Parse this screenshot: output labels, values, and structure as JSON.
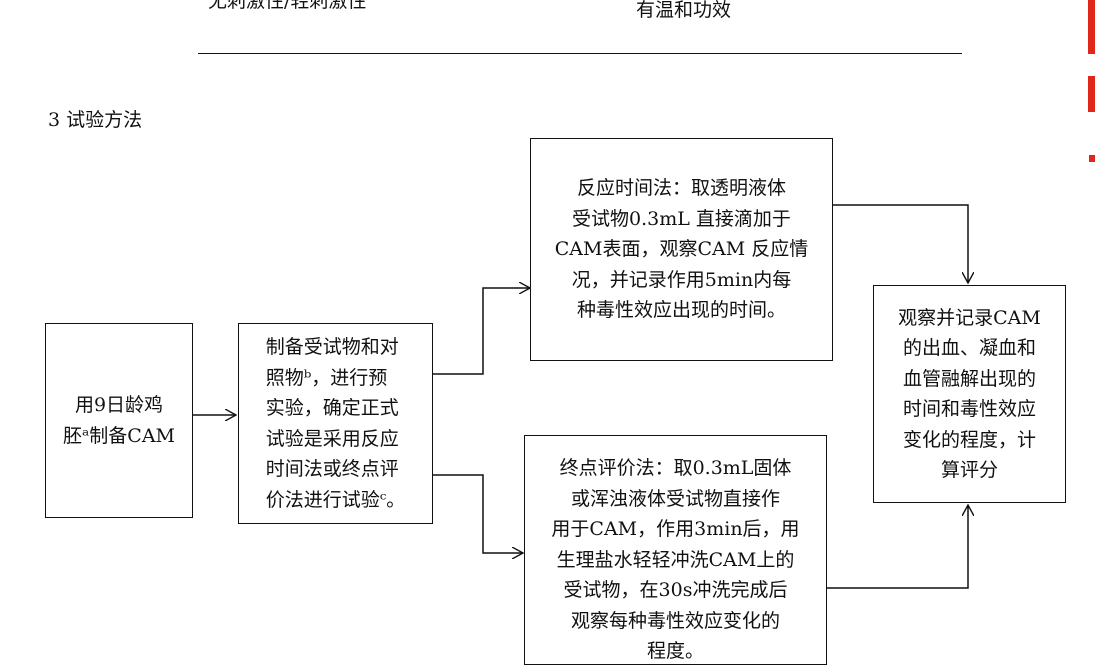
{
  "table_fragment": {
    "left_cell": "无刺激性/轻刺激性",
    "right_cell": "有温和功效"
  },
  "section_heading": "3 试验方法",
  "flowchart": {
    "step1": "用9日龄鸡\n胚ᵃ制备CAM",
    "step2": "制备受试物和对\n照物ᵇ，进行预\n实验，确定正式\n试验是采用反应\n时间法或终点评\n价法进行试验ᶜ。",
    "method_reaction_time": "反应时间法：取透明液体\n受试物0.3mL 直接滴加于\nCAM表面，观察CAM 反应情\n况，并记录作用5min内每\n种毒性效应出现的时间。",
    "method_endpoint": "终点评价法：取0.3mL固体\n或浑浊液体受试物直接作\n用于CAM，作用3min后，用\n生理盐水轻轻冲洗CAM上的\n受试物，在30s冲洗完成后\n观察每种毒性效应变化的\n程度。",
    "result": "观察并记录CAM\n的出血、凝血和\n血管融解出现的\n时间和毒性效应\n变化的程度，计\n算评分"
  },
  "colors": {
    "stroke": "#111111",
    "stamp": "#e1261c"
  }
}
